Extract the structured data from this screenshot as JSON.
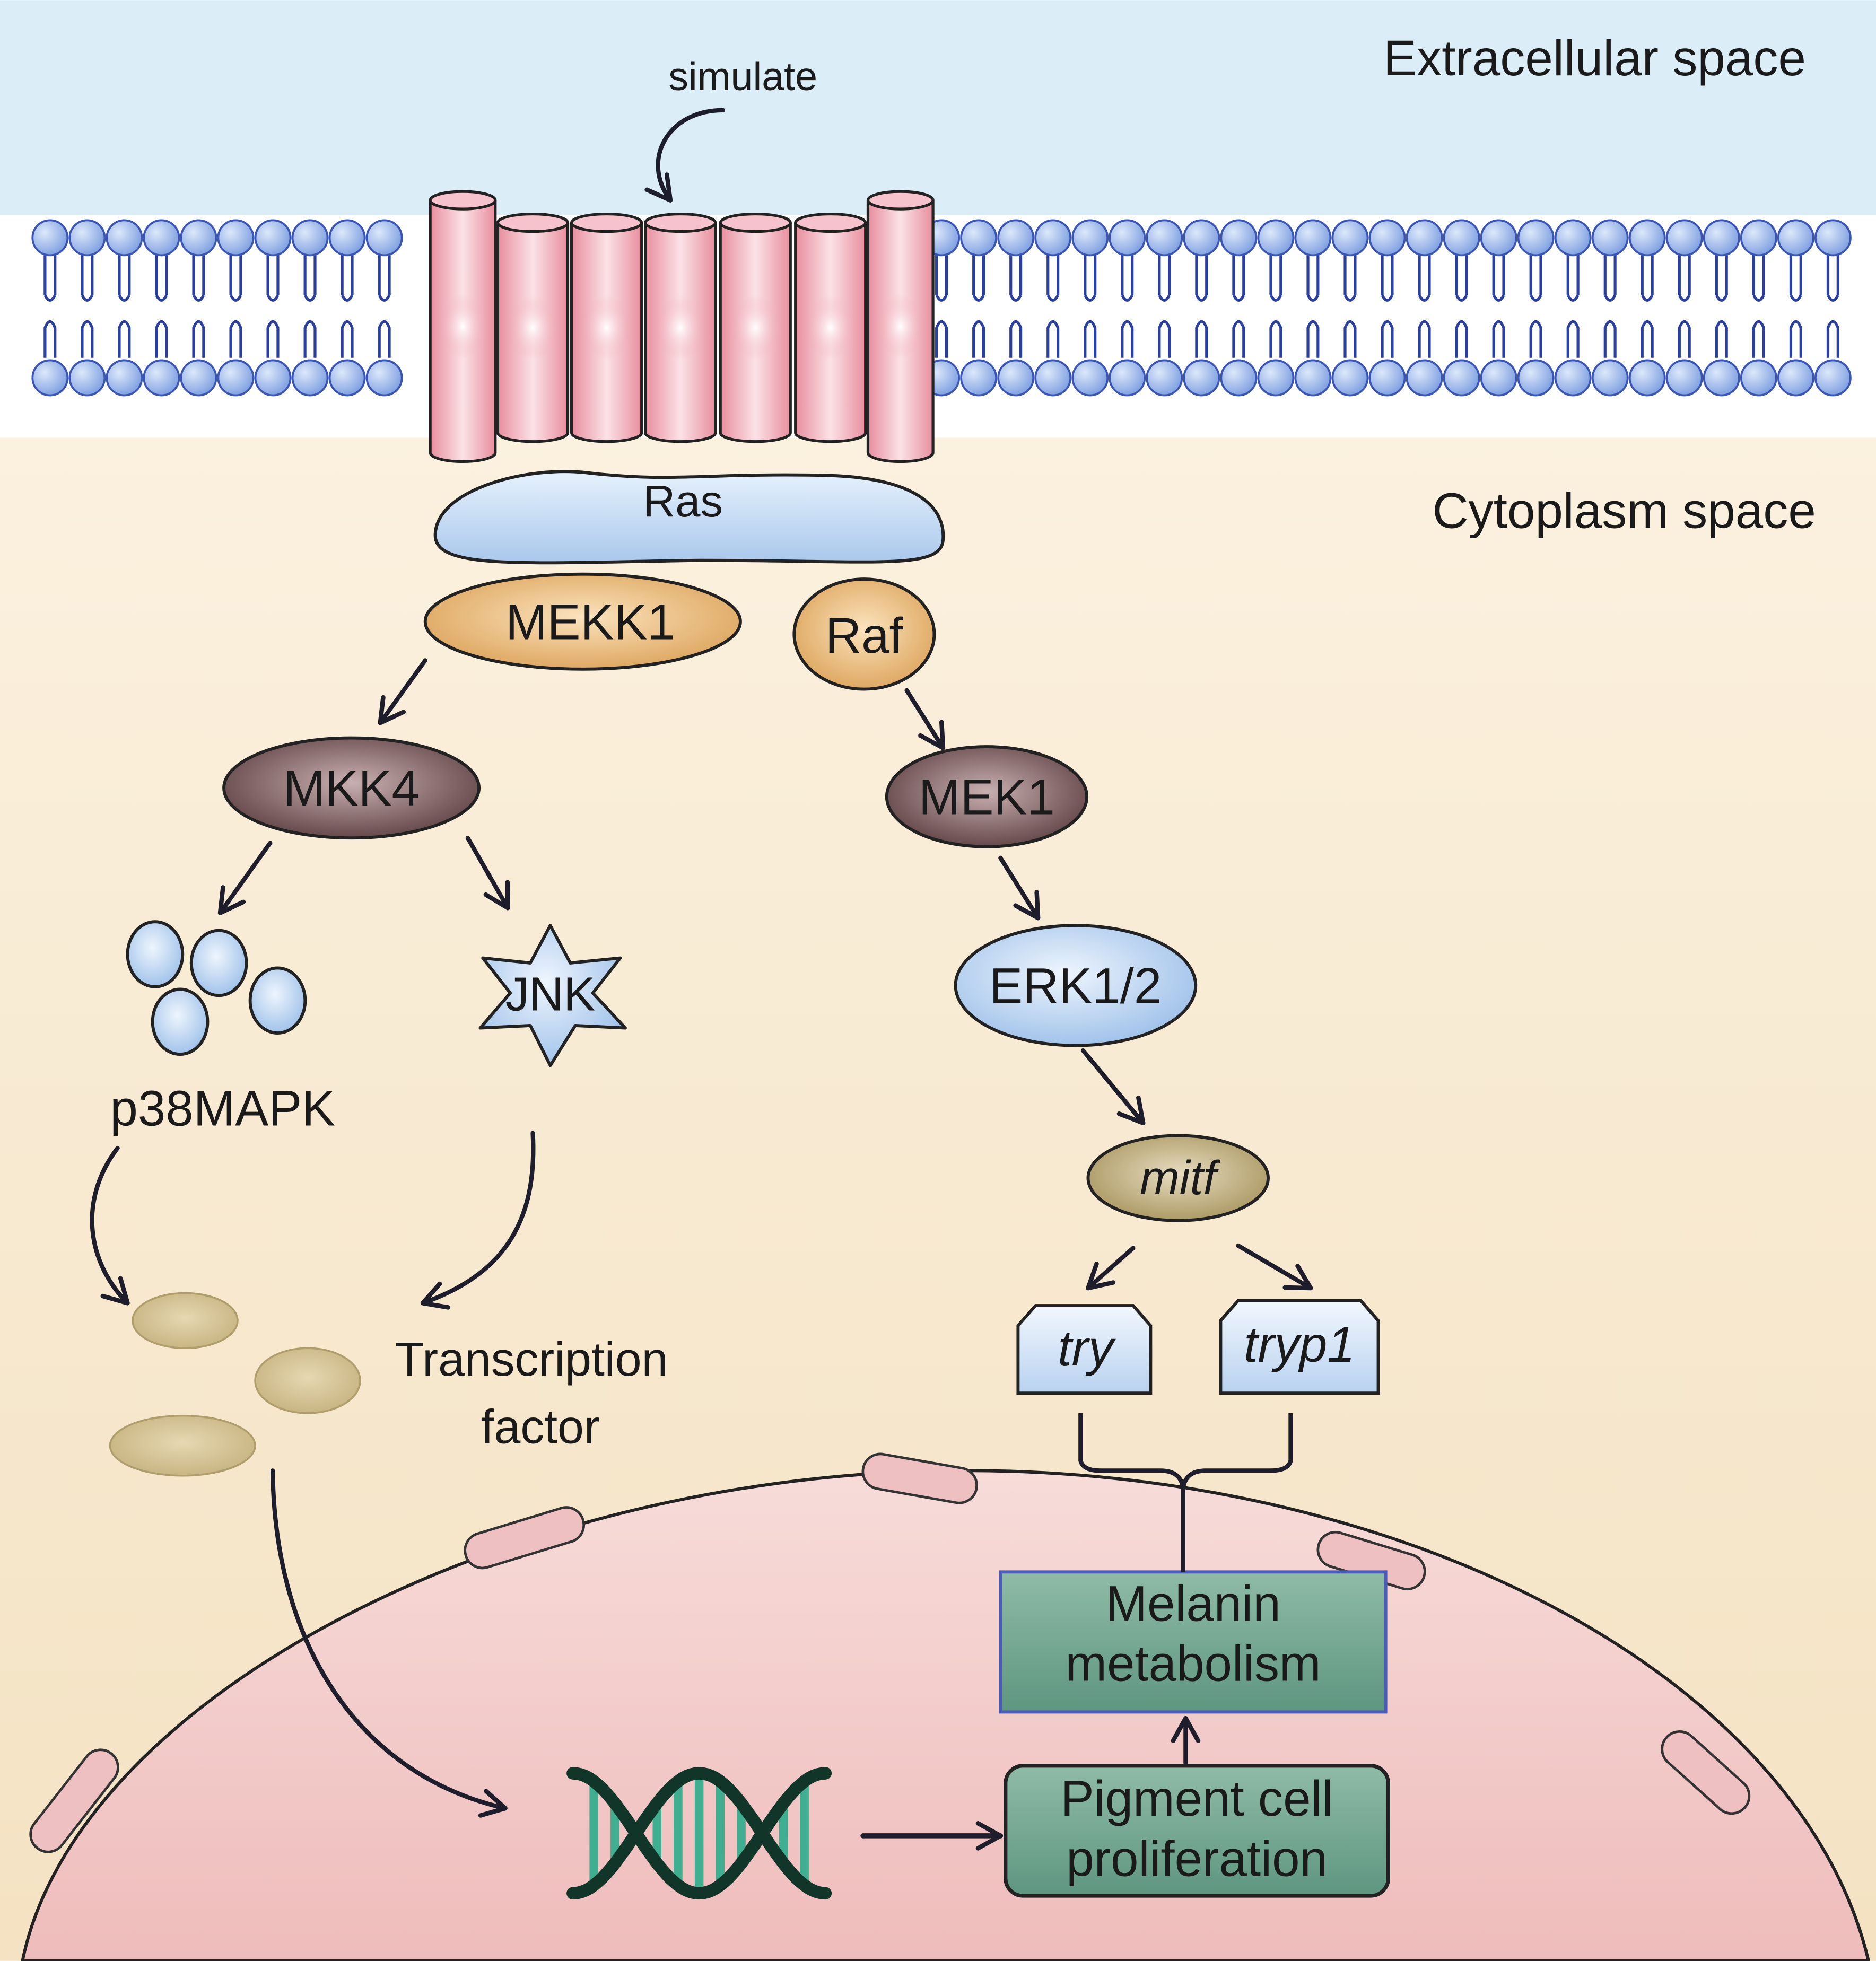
{
  "regions": {
    "extracellular": "Extracellular space",
    "cytoplasm": "Cytoplasm space"
  },
  "stimulus": "simulate",
  "nodes": {
    "ras": "Ras",
    "mekk1": "MEKK1",
    "raf": "Raf",
    "mkk4": "MKK4",
    "mek1": "MEK1",
    "p38mapk": "p38MAPK",
    "jnk": "JNK",
    "erk": "ERK1/2",
    "mitf": "mitf",
    "try": "try",
    "tryp1": "tryp1",
    "transcription_factor_line1": "Transcription",
    "transcription_factor_line2": "factor",
    "melanin_line1": "Melanin",
    "melanin_line2": "metabolism",
    "pigment_line1": "Pigment cell",
    "pigment_line2": "proliferation"
  },
  "colors": {
    "extracellular_bg": "#dceef7",
    "cytoplasm_bg": "#f6e9cf",
    "lipid_head": "#8fb2ea",
    "lipid_tail": "#2b3f9e",
    "receptor": "#f0a8b4",
    "ras": "#c5dcf2",
    "mekk1": "#e8b872",
    "mkk4": "#7a5a5c",
    "protein_blue": "#b9d4f3",
    "mitf": "#bfae7e",
    "nucleus": "#f2c9c8",
    "green_box": "#6fa38c",
    "dna_strand": "#12352a",
    "dna_rung": "#3fae91"
  }
}
